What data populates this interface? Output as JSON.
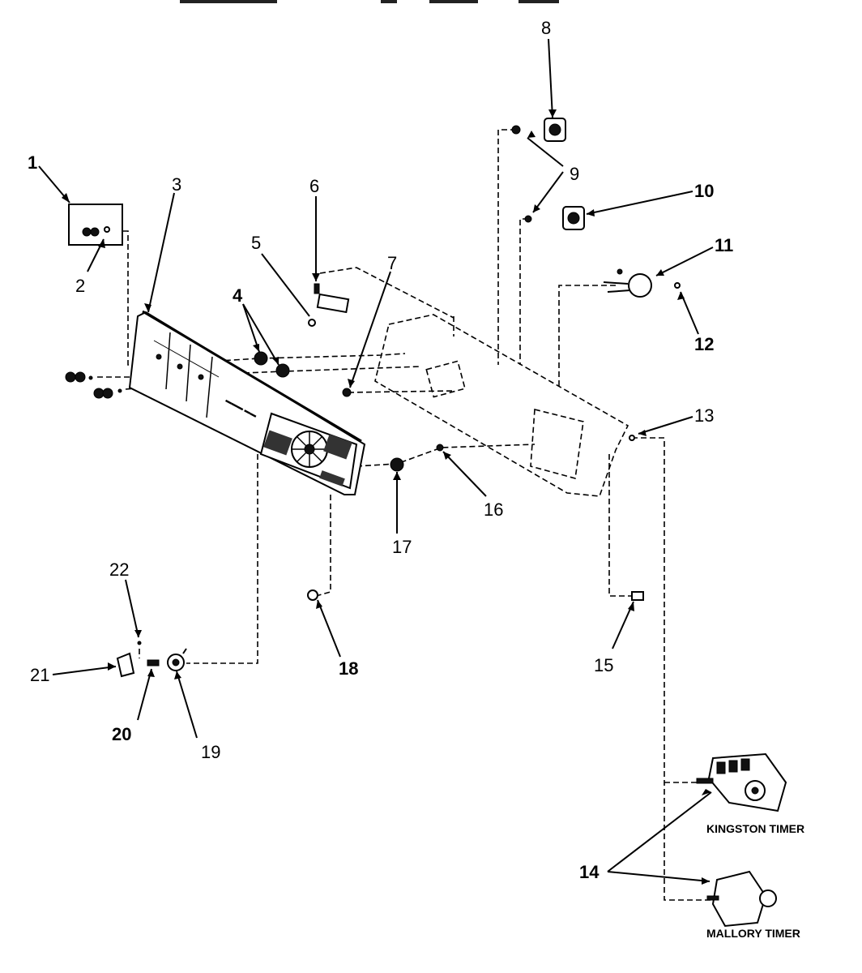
{
  "diagram": {
    "callouts": {
      "c1": "1",
      "c2": "2",
      "c3": "3",
      "c4": "4",
      "c5": "5",
      "c6": "6",
      "c7": "7",
      "c8": "8",
      "c9": "9",
      "c10": "10",
      "c11": "11",
      "c12": "12",
      "c13": "13",
      "c14": "14",
      "c15": "15",
      "c16": "16",
      "c17": "17",
      "c18": "18",
      "c19": "19",
      "c20": "20",
      "c21": "21",
      "c22": "22"
    },
    "captions": {
      "kingston": "KINGSTON TIMER",
      "mallory": "MALLORY TIMER"
    },
    "colors": {
      "ink": "#000000",
      "paper": "#ffffff"
    }
  }
}
